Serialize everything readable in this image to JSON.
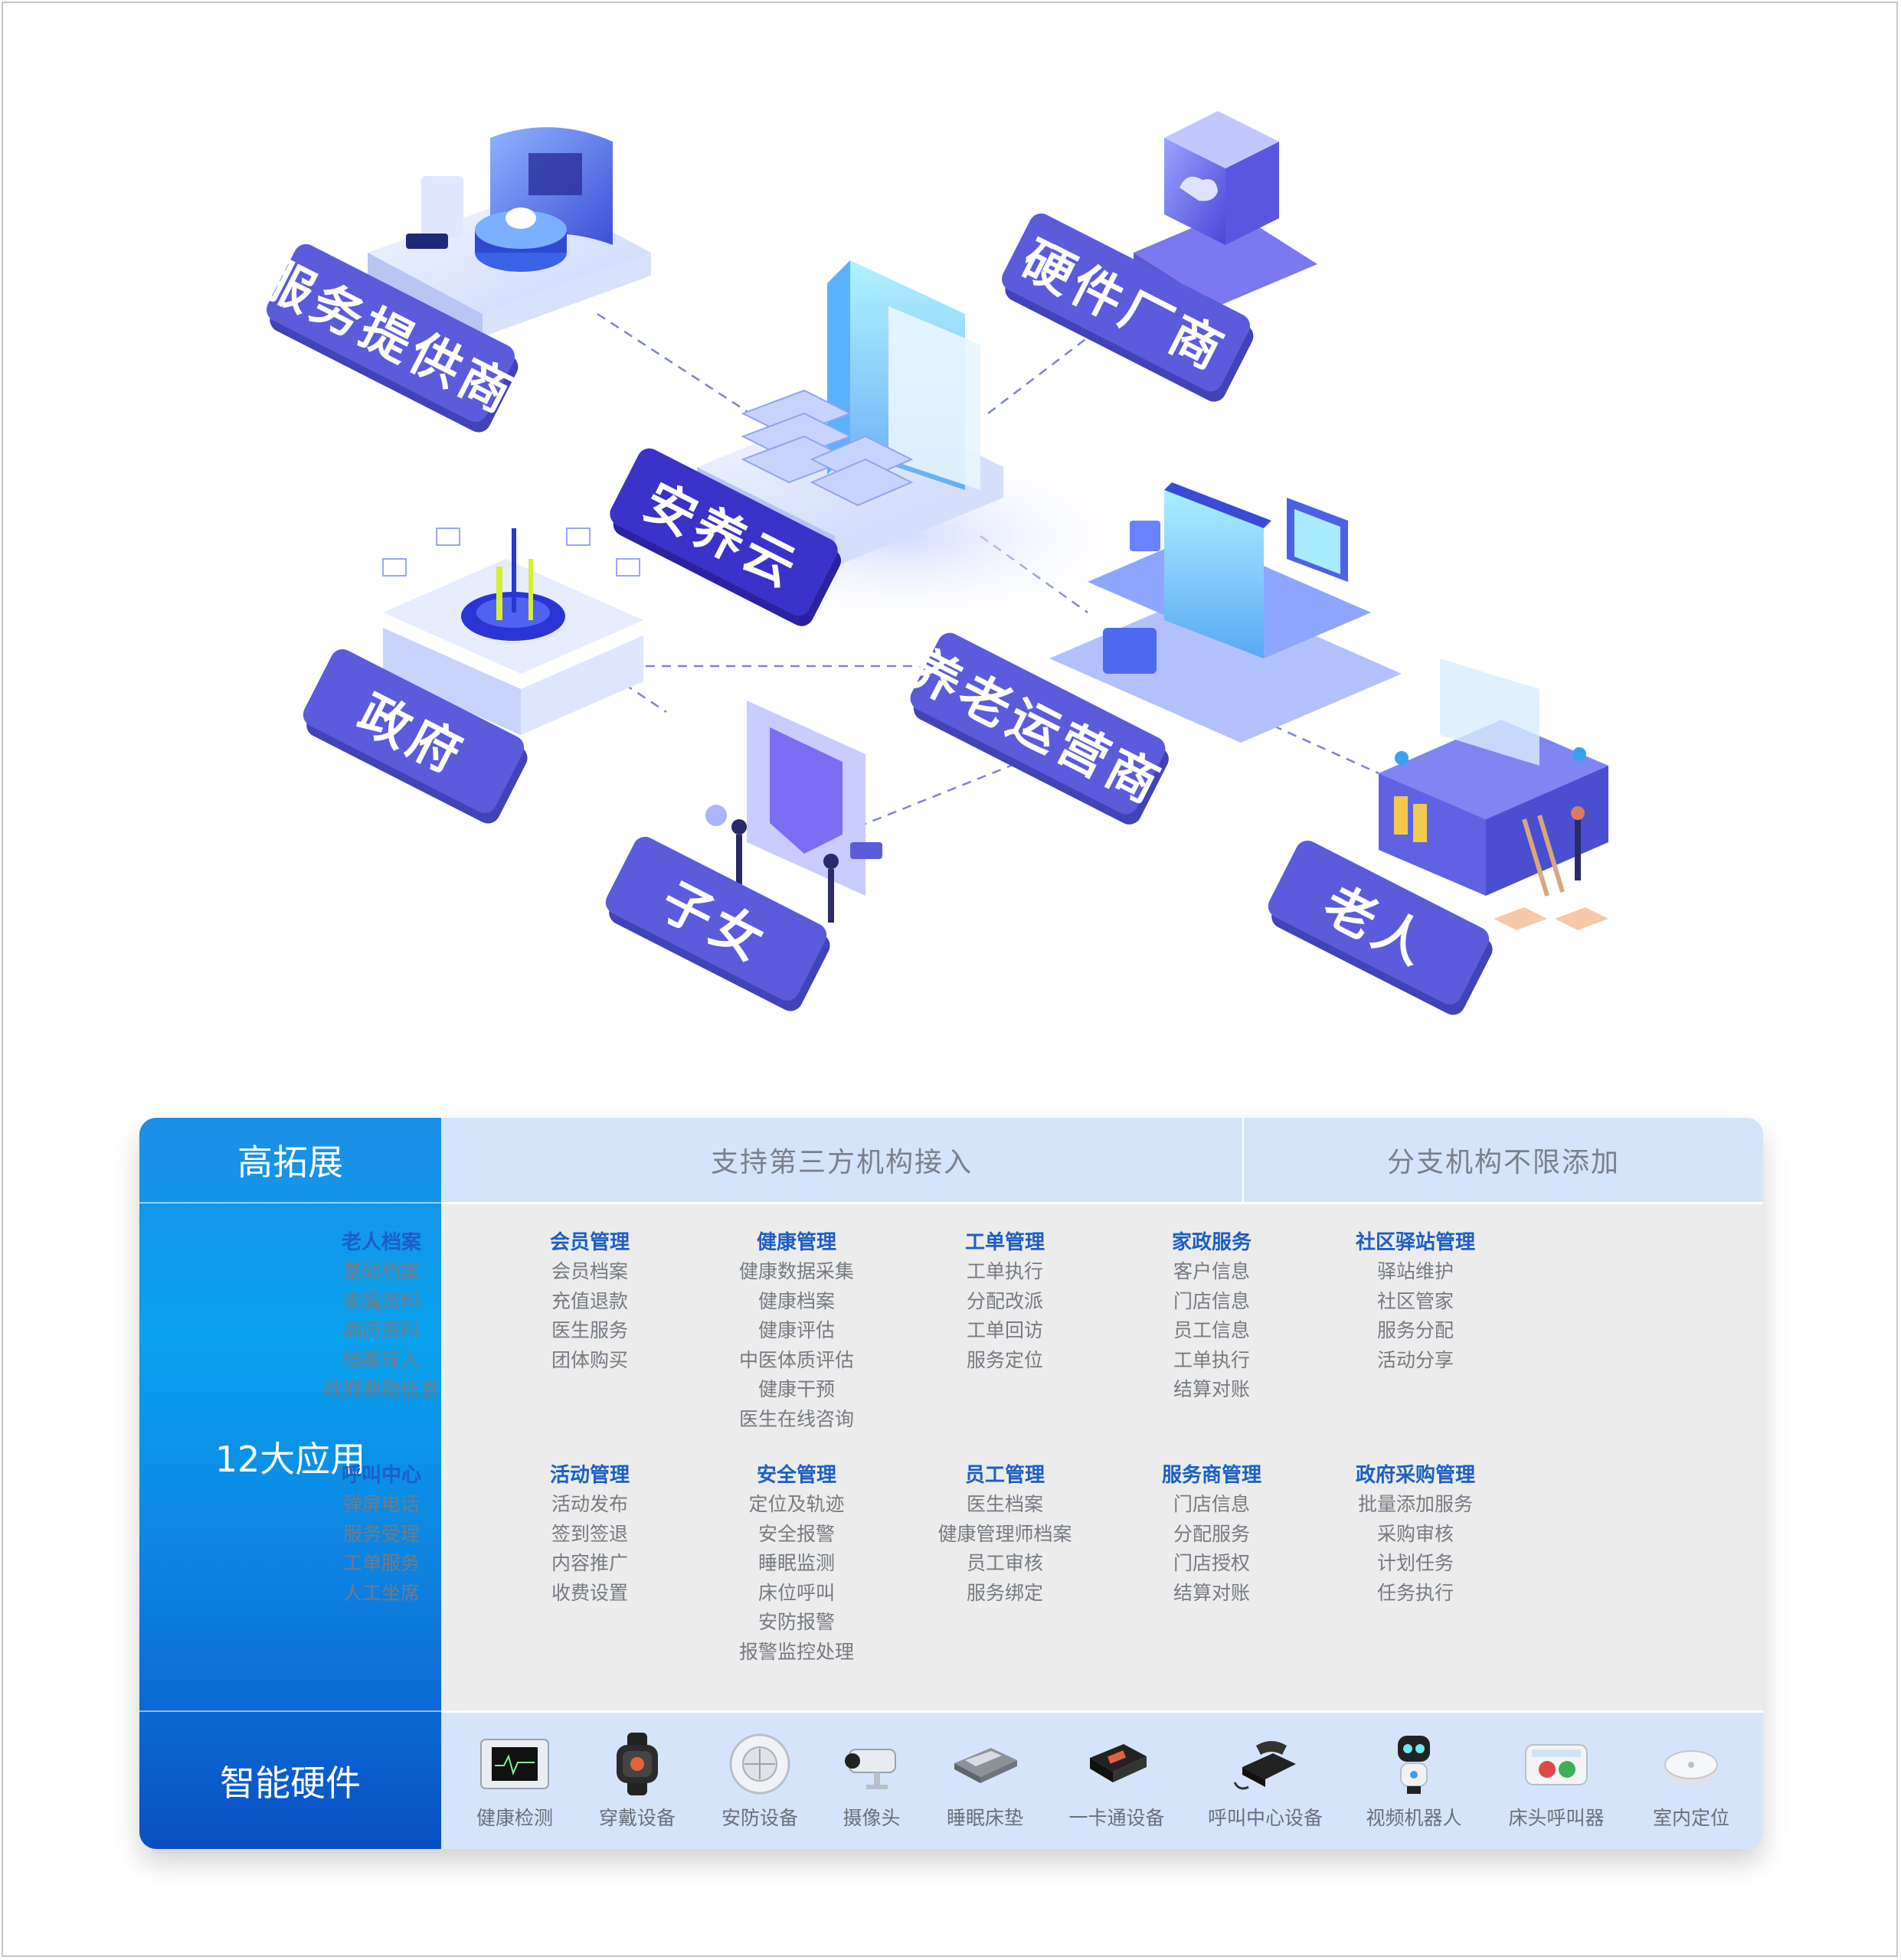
{
  "nodes": {
    "service_provider": "服务提供商",
    "hardware_vendor": "硬件厂商",
    "cloud": "安养云",
    "government": "政府",
    "operator": "养老运营商",
    "children": "子女",
    "elderly": "老人"
  },
  "table": {
    "row1": {
      "label": "高拓展",
      "cells": [
        "支持第三方机构接入",
        "分支机构不限添加"
      ]
    },
    "row2": {
      "label": "12大应用",
      "modules": [
        {
          "title": "老人档案",
          "items": [
            "基础档案",
            "家属资料",
            "病历资料",
            "档案导入",
            "政府救助信息"
          ]
        },
        {
          "title": "会员管理",
          "items": [
            "会员档案",
            "充值退款",
            "医生服务",
            "团体购买"
          ]
        },
        {
          "title": "健康管理",
          "items": [
            "健康数据采集",
            "健康档案",
            "健康评估",
            "中医体质评估",
            "健康干预",
            "医生在线咨询"
          ]
        },
        {
          "title": "工单管理",
          "items": [
            "工单执行",
            "分配改派",
            "工单回访",
            "服务定位"
          ]
        },
        {
          "title": "家政服务",
          "items": [
            "客户信息",
            "门店信息",
            "员工信息",
            "工单执行",
            "结算对账"
          ]
        },
        {
          "title": "社区驿站管理",
          "items": [
            "驿站维护",
            "社区管家",
            "服务分配",
            "活动分享"
          ]
        },
        {
          "title": "呼叫中心",
          "items": [
            "弹屏电话",
            "服务受理",
            "工单服务",
            "人工坐席"
          ]
        },
        {
          "title": "活动管理",
          "items": [
            "活动发布",
            "签到签退",
            "内容推广",
            "收费设置"
          ]
        },
        {
          "title": "安全管理",
          "items": [
            "定位及轨迹",
            "安全报警",
            "睡眠监测",
            "床位呼叫",
            "安防报警",
            "报警监控处理"
          ]
        },
        {
          "title": "员工管理",
          "items": [
            "医生档案",
            "健康管理师档案",
            "员工审核",
            "服务绑定"
          ]
        },
        {
          "title": "服务商管理",
          "items": [
            "门店信息",
            "分配服务",
            "门店授权",
            "结算对账"
          ]
        },
        {
          "title": "政府采购管理",
          "items": [
            "批量添加服务",
            "采购审核",
            "计划任务",
            "任务执行"
          ]
        }
      ]
    },
    "row3": {
      "label": "智能硬件",
      "devices": [
        {
          "label": "健康检测",
          "icon": "health-monitor-icon"
        },
        {
          "label": "穿戴设备",
          "icon": "smartwatch-icon"
        },
        {
          "label": "安防设备",
          "icon": "smoke-detector-icon"
        },
        {
          "label": "摄像头",
          "icon": "camera-icon"
        },
        {
          "label": "睡眠床垫",
          "icon": "sleep-mattress-icon"
        },
        {
          "label": "一卡通设备",
          "icon": "card-terminal-icon"
        },
        {
          "label": "呼叫中心设备",
          "icon": "desk-phone-icon"
        },
        {
          "label": "视频机器人",
          "icon": "robot-icon"
        },
        {
          "label": "床头呼叫器",
          "icon": "bedside-caller-icon"
        },
        {
          "label": "室内定位",
          "icon": "indoor-locator-icon"
        }
      ]
    }
  },
  "colors": {
    "badge": "#5a5cdc",
    "badge_dark": "#3b32c9",
    "side_gradient_top": "#1a8fe6",
    "side_gradient_bottom": "#0a4fc4",
    "module_title": "#1d5fc4",
    "header_bg": "#d6e4fb"
  }
}
